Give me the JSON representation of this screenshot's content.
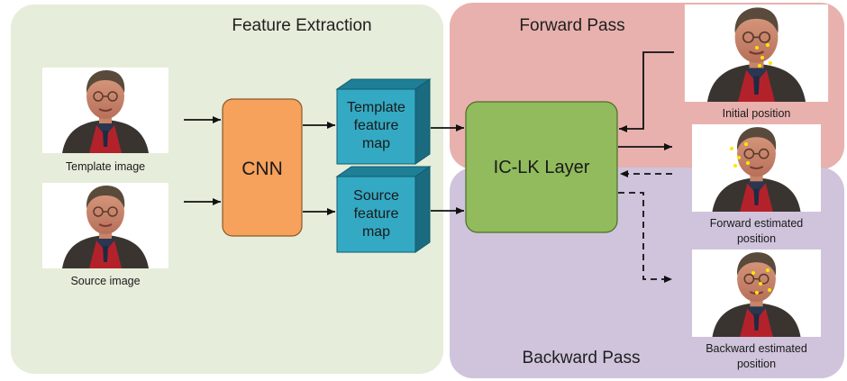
{
  "regions": {
    "feature_extraction": "Feature Extraction",
    "forward_pass": "Forward Pass",
    "backward_pass": "Backward Pass"
  },
  "blocks": {
    "cnn": "CNN",
    "template_map": [
      "Template",
      "feature",
      "map"
    ],
    "source_map": [
      "Source",
      "feature",
      "map"
    ],
    "iclk": "IC-LK Layer"
  },
  "images": {
    "template": "Template image",
    "source": "Source image",
    "initial": "Initial position",
    "forward": [
      "Forward estimated",
      "position"
    ],
    "backward": [
      "Backward estimated",
      "position"
    ]
  },
  "colors": {
    "feature_region": "#e6edda",
    "forward_region": "#e8b1ae",
    "backward_region": "#cfc4dc",
    "cnn": "#f6a15c",
    "feature_map": "#34a9c3",
    "iclk": "#91bb5c"
  }
}
